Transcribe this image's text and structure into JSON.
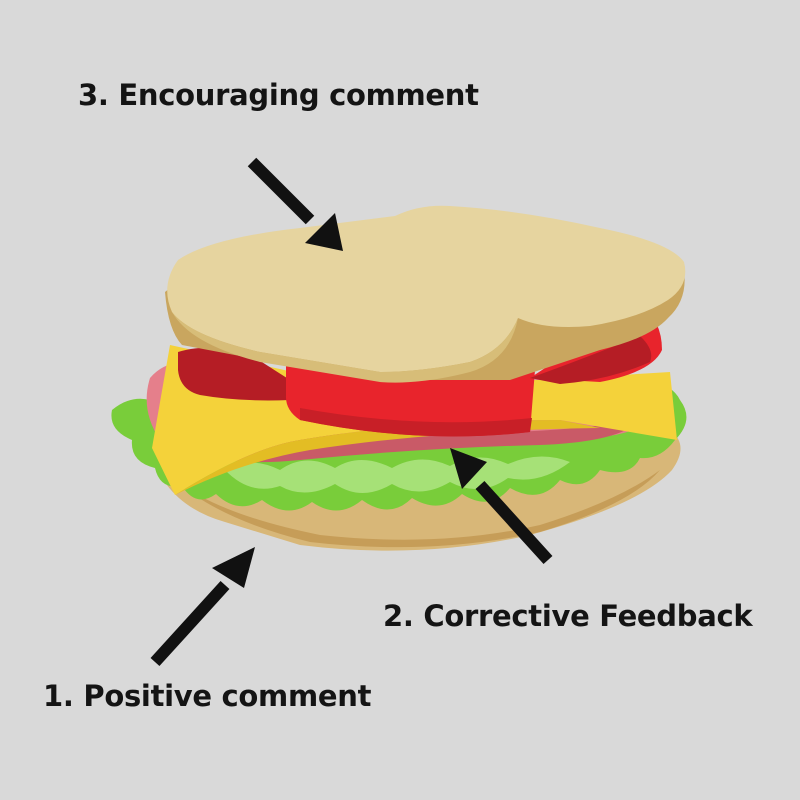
{
  "labels": {
    "encouraging": "3. Encouraging comment",
    "corrective": "2. Corrective Feedback",
    "positive": "1. Positive comment"
  },
  "colors": {
    "background": "#d9d9d9",
    "bread_top": "#e6d49f",
    "bread_side": "#c9a65f",
    "tomato": "#e8242c",
    "tomato_dark": "#b51d25",
    "cheese": "#f5d33c",
    "ham": "#e97a86",
    "lettuce": "#7ccf3c",
    "lettuce_light": "#a8e27a",
    "arrow": "#111111",
    "text": "#141414"
  },
  "icons": {
    "sandwich": "sandwich-illustration",
    "arrows": "arrow-icon"
  }
}
